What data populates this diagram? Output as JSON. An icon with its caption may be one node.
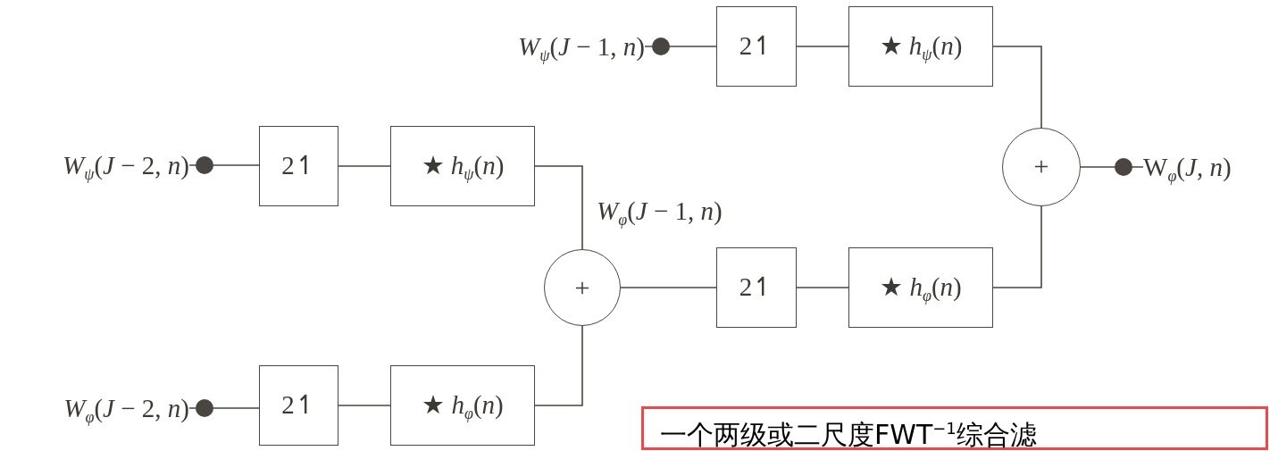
{
  "diagram": {
    "nodes": [
      {
        "text": [
          "*W*$_{ψ}$(*J* − 1, *n*)"
        ]
      },
      {
        "text": [
          "2↿"
        ]
      },
      {
        "text": [
          "★ *h*$_{ψ}$(*n*)"
        ]
      },
      {
        "text": [
          "*W*$_{ψ}$(*J* − 2, *n*)"
        ]
      },
      {
        "text": [
          "2↿"
        ]
      },
      {
        "text": [
          "★ *h*$_{ψ}$(*n*)"
        ]
      },
      {
        "text": [
          "+"
        ],
        "beside": [
          "*W*$_{φ}$(*J* − 1, *n*)"
        ]
      },
      {
        "text": [
          "2↿"
        ]
      },
      {
        "text": [
          "★ *h*$_{φ}$(*n*)"
        ]
      },
      {
        "text": [
          "+"
        ]
      },
      {
        "text": [
          "W$_{φ}$(*J*, *n*)"
        ]
      },
      {
        "text": [
          "*W*$_{φ}$(*J* − 2, *n*)"
        ]
      },
      {
        "text": [
          "2↿"
        ]
      },
      {
        "text": [
          "★ *h*$_{φ}$(*n*)"
        ]
      },
      {
        "text": [
          "一个两级或二尺度FWT$^{−1}$综合滤"
        ]
      }
    ],
    "edges": [
      {
        "from": 0,
        "to": 1,
        "arrow": "none"
      },
      {
        "from": 1,
        "to": 2,
        "arrow": "none"
      },
      {
        "from": 2,
        "to": 9,
        "arrow": "none"
      },
      {
        "from": 3,
        "to": 4,
        "arrow": "none"
      },
      {
        "from": 4,
        "to": 5,
        "arrow": "none"
      },
      {
        "from": 5,
        "to": 6,
        "arrow": "none"
      },
      {
        "from": 11,
        "to": 12,
        "arrow": "none"
      },
      {
        "from": 12,
        "to": 13,
        "arrow": "none"
      },
      {
        "from": 13,
        "to": 6,
        "arrow": "none"
      },
      {
        "from": 6,
        "to": 7,
        "arrow": "none"
      },
      {
        "from": 7,
        "to": 8,
        "arrow": "none"
      },
      {
        "from": 8,
        "to": 9,
        "arrow": "none"
      },
      {
        "from": 9,
        "to": 10,
        "arrow": "none"
      }
    ]
  }
}
